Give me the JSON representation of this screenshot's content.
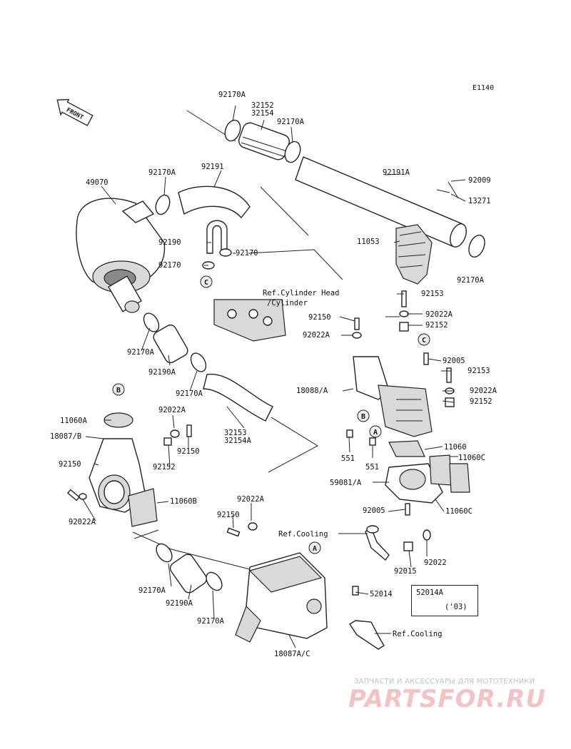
{
  "diagram_code": "E1140",
  "front_arrow_label": "FRONT",
  "note": {
    "part": "52014A",
    "year": "('03)"
  },
  "callouts": {
    "a": "A",
    "b": "B",
    "c": "C"
  },
  "labels": {
    "p92170A_top": "92170A",
    "p32152": "32152",
    "p32154": "32154",
    "p92170A_top2": "92170A",
    "p92170A_left": "92170A",
    "p92191": "92191",
    "p49070": "49070",
    "p92191A": "92191A",
    "p92009": "92009",
    "p13271": "13271",
    "p92190": "92190",
    "p92170": "92170",
    "p92170_b": "92170",
    "p11053": "11053",
    "p92170A_right": "92170A",
    "ref_cyl_head": "Ref.Cylinder Head",
    "ref_cylinder": "/Cylinder",
    "p92153_top": "92153",
    "p92150_mid": "92150",
    "p92022A_mid": "92022A",
    "p92022A_r": "92022A",
    "p92152_r": "92152",
    "p92170A_mid": "92170A",
    "p92190A_mid": "92190A",
    "p92170A_mid2": "92170A",
    "p92005_r": "92005",
    "p92153_r": "92153",
    "p18088A": "18088/A",
    "p92022A_r2": "92022A",
    "p92152_r2": "92152",
    "p11060A": "11060A",
    "p92022A_l": "92022A",
    "p18087B": "18087/B",
    "p92150_l": "92150",
    "p92152_l": "92152",
    "p92150_l2": "92150",
    "p32153": "32153",
    "p32154A": "32154A",
    "p551_a": "551",
    "p551_b": "551",
    "p11060": "11060",
    "p11060C": "11060C",
    "p59081A": "59081/A",
    "p92022A_bl": "92022A",
    "p11060B": "11060B",
    "p92022A_c": "92022A",
    "p92150_c": "92150",
    "p92005_c": "92005",
    "p11060C_b": "11060C",
    "ref_cooling": "Ref.Cooling",
    "p92022_b": "92022",
    "p92015": "92015",
    "p52014": "52014",
    "p92170A_b": "92170A",
    "p92190A_b": "92190A",
    "p92170A_b2": "92170A",
    "ref_cooling_b": "Ref.Cooling",
    "p18087AC": "18087A/C"
  },
  "watermark": {
    "subtitle": "ЗАПЧАСТИ И АКСЕССУАРЫ ДЛЯ МОТОТЕХНИКИ",
    "logo": "PARTSFOR.RU"
  }
}
